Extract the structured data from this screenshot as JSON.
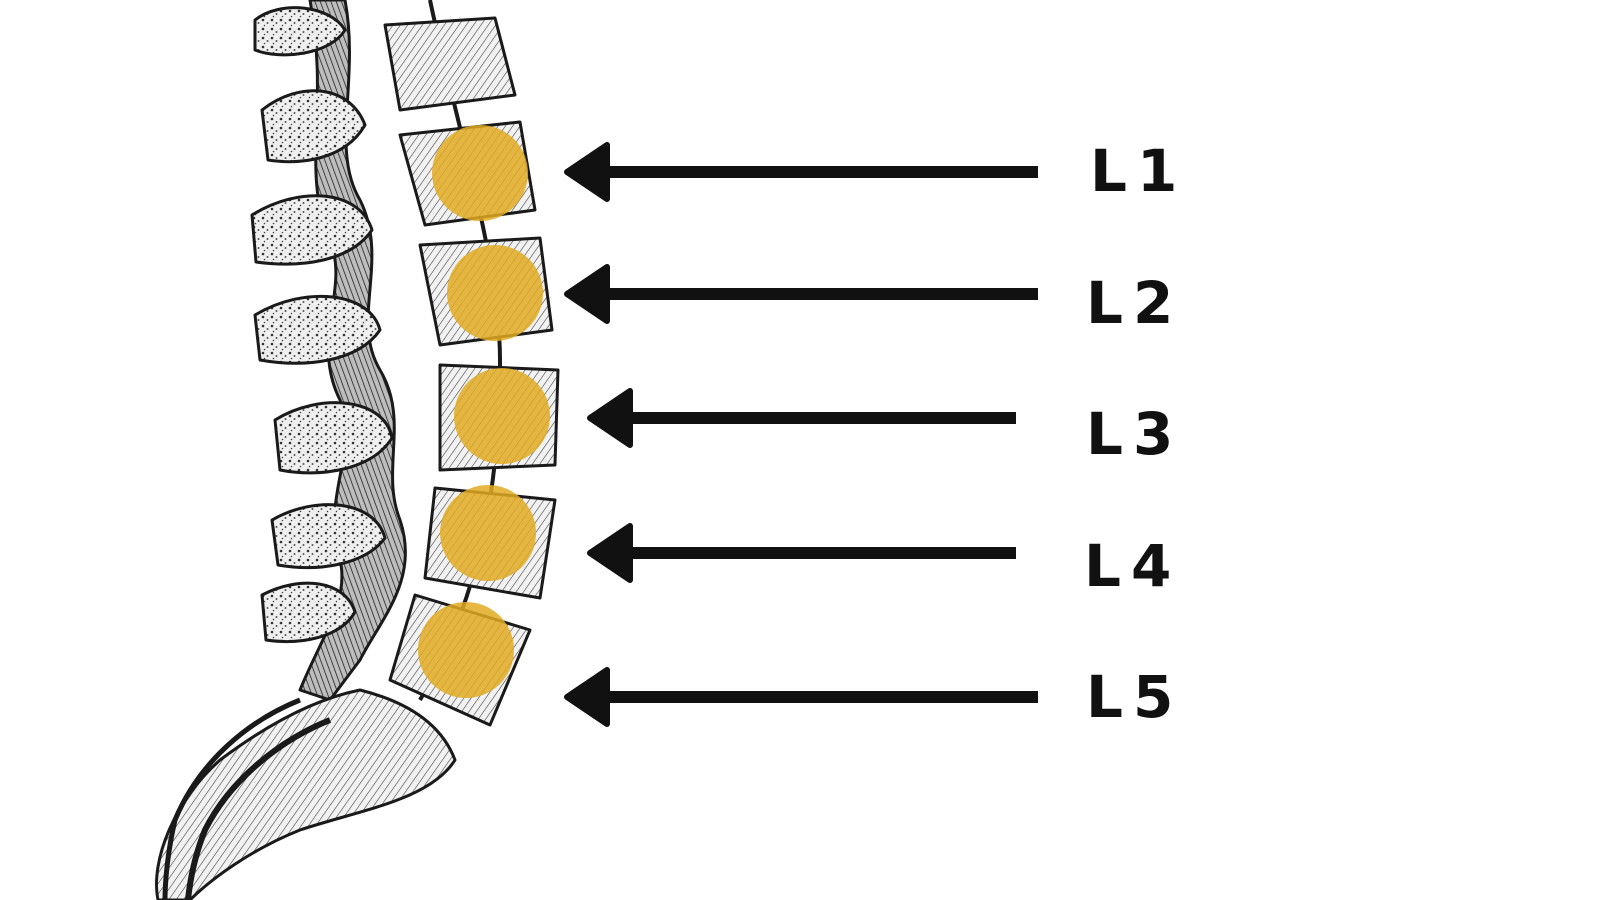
{
  "colors": {
    "highlight": "#E2AA22",
    "arrow": "#111111",
    "bone_fill": "#f4f4f4",
    "bone_stroke": "#1a1a1a",
    "background": "#ffffff"
  },
  "vertebrae": [
    {
      "id": "l1",
      "label": "L1"
    },
    {
      "id": "l2",
      "label": "L2"
    },
    {
      "id": "l3",
      "label": "L3"
    },
    {
      "id": "l4",
      "label": "L4"
    },
    {
      "id": "l5",
      "label": "L5"
    }
  ],
  "illustration": "lumbar-spine-lateral-view"
}
